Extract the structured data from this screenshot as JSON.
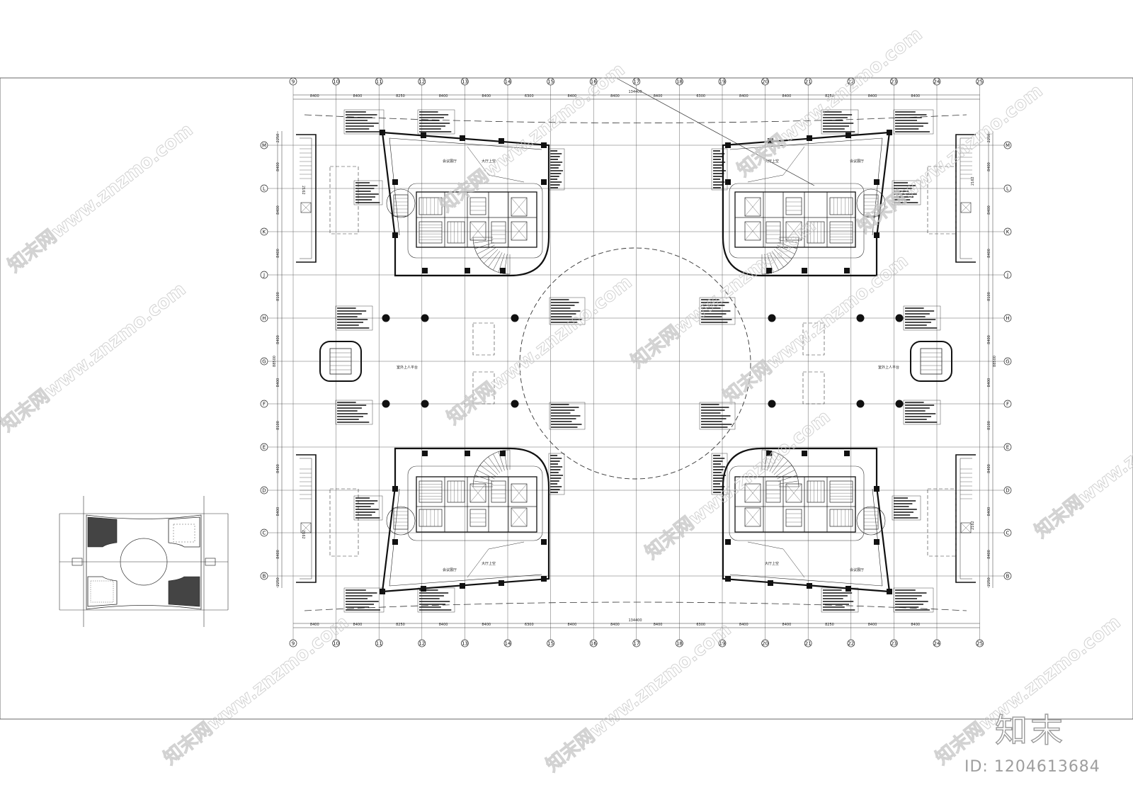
{
  "drawing": {
    "col_axis_labels": [
      "9",
      "10",
      "11",
      "12",
      "13",
      "14",
      "15",
      "16",
      "17",
      "18",
      "19",
      "20",
      "21",
      "22",
      "23",
      "24",
      "25"
    ],
    "row_axis_labels": [
      "M",
      "L",
      "K",
      "J",
      "H",
      "G",
      "F",
      "E",
      "D",
      "C",
      "B"
    ],
    "top_bay_dims": [
      "8400",
      "8400",
      "8250",
      "8400",
      "8400",
      "6300",
      "8400",
      "8400",
      "8400",
      "6300",
      "8400",
      "8400",
      "8250",
      "8400",
      "8400"
    ],
    "overall_width_dim": "134400",
    "left_bay_dims": [
      "2250",
      "8400",
      "8400",
      "8400",
      "8100",
      "8400",
      "8400",
      "8100",
      "8400",
      "8400",
      "8400",
      "2250"
    ],
    "overall_height_dim": "88500",
    "room_labels": {
      "hall_void": "大厅上空",
      "meeting_hall": "会议展厅",
      "roof_platform": "室外上人平台"
    },
    "stair_tag": "2162"
  },
  "watermarks": {
    "site": "知末网www.znzmo.com"
  },
  "brand_logo": "知末",
  "image_id": "ID: 1204613684"
}
